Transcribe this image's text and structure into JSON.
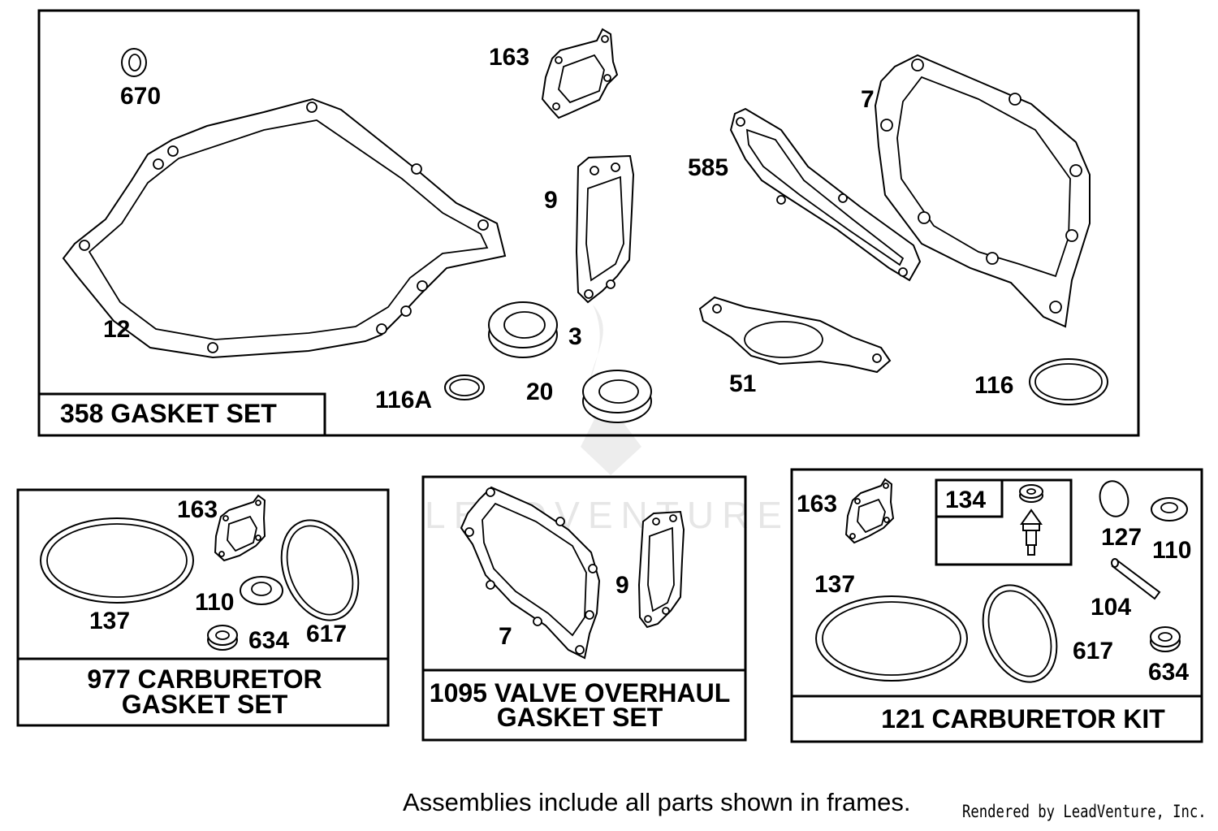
{
  "watermark": {
    "text": "LEADVENTURE"
  },
  "frames": [
    {
      "id": "gasket-set",
      "title_lines": [
        "358 GASKET SET"
      ],
      "parts": [
        {
          "ref": "670",
          "name": "seal-ring"
        },
        {
          "ref": "163",
          "name": "carburetor-gasket"
        },
        {
          "ref": "7",
          "name": "cylinder-head-gasket"
        },
        {
          "ref": "585",
          "name": "intake-gasket"
        },
        {
          "ref": "9",
          "name": "breather-gasket"
        },
        {
          "ref": "12",
          "name": "crankcase-gasket"
        },
        {
          "ref": "3",
          "name": "oil-seal"
        },
        {
          "ref": "116A",
          "name": "o-ring"
        },
        {
          "ref": "20",
          "name": "oil-seal"
        },
        {
          "ref": "51",
          "name": "exhaust-gasket"
        },
        {
          "ref": "116",
          "name": "o-ring"
        }
      ]
    },
    {
      "id": "carburetor-gasket-set",
      "title_lines": [
        "977 CARBURETOR",
        "GASKET SET"
      ],
      "parts": [
        {
          "ref": "163",
          "name": "carburetor-gasket"
        },
        {
          "ref": "137",
          "name": "float-bowl-gasket"
        },
        {
          "ref": "110",
          "name": "washer"
        },
        {
          "ref": "634",
          "name": "washer"
        },
        {
          "ref": "617",
          "name": "o-ring"
        }
      ]
    },
    {
      "id": "valve-overhaul-gasket-set",
      "title_lines": [
        "1095 VALVE OVERHAUL",
        "GASKET SET"
      ],
      "parts": [
        {
          "ref": "9",
          "name": "breather-gasket"
        },
        {
          "ref": "7",
          "name": "cylinder-head-gasket"
        }
      ]
    },
    {
      "id": "carburetor-kit",
      "title_lines": [
        "121 CARBURETOR KIT"
      ],
      "parts": [
        {
          "ref": "163",
          "name": "carburetor-gasket"
        },
        {
          "ref": "134",
          "name": "needle-and-seat"
        },
        {
          "ref": "127",
          "name": "welch-plug"
        },
        {
          "ref": "110",
          "name": "washer"
        },
        {
          "ref": "137",
          "name": "float-bowl-gasket"
        },
        {
          "ref": "104",
          "name": "float-hinge-pin"
        },
        {
          "ref": "617",
          "name": "o-ring"
        },
        {
          "ref": "634",
          "name": "washer"
        }
      ]
    }
  ],
  "footer": {
    "note": "Assemblies include all parts shown in frames.",
    "credit": "Rendered by LeadVenture, Inc."
  },
  "colors": {
    "line": "#000000",
    "background": "#ffffff",
    "watermark": "#e6e6e6"
  }
}
